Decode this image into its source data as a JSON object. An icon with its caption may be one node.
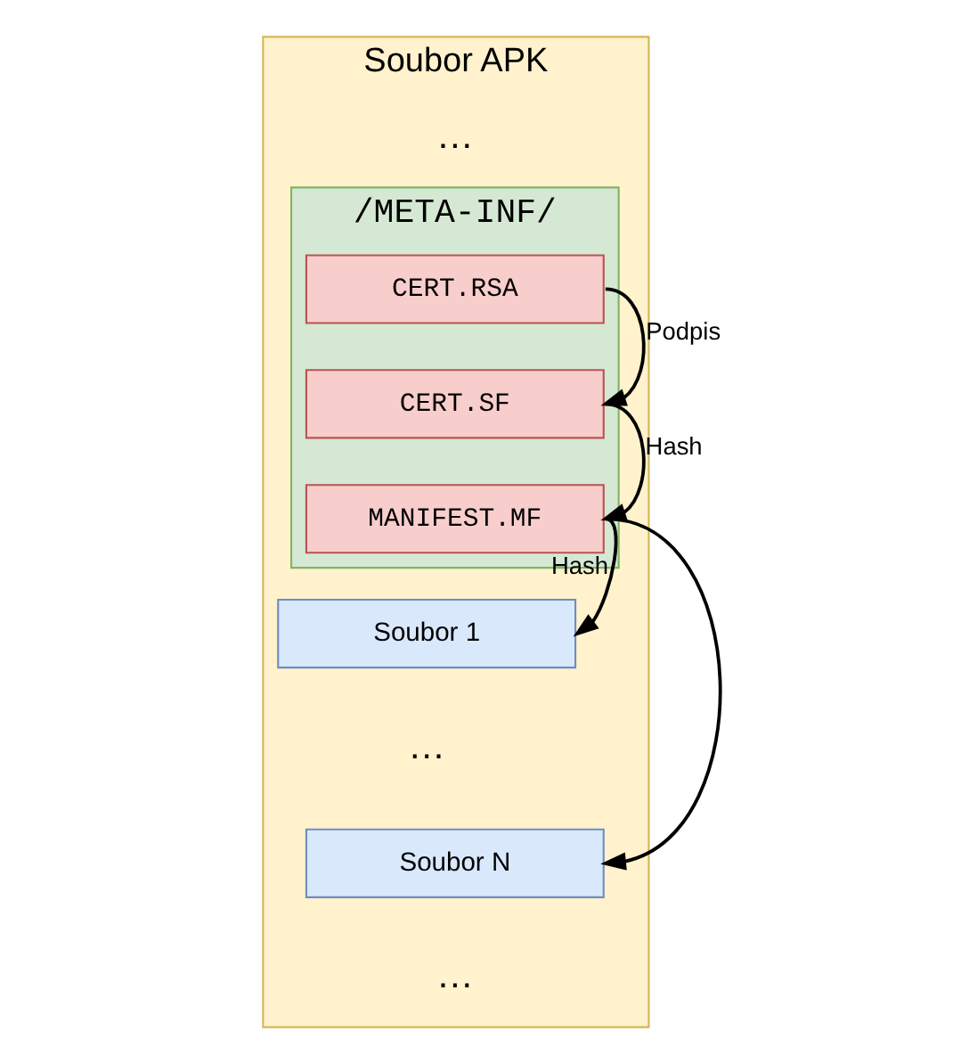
{
  "diagram": {
    "nodes": [
      {
        "text": [
          "Soubor APK"
        ]
      },
      {
        "text": [
          "/META-INF/"
        ],
        "in": 0
      },
      {
        "text": [
          "CERT.RSA"
        ],
        "in": 1
      },
      {
        "text": [
          "CERT.SF"
        ],
        "in": 1
      },
      {
        "text": [
          "MANIFEST.MF"
        ],
        "in": 1
      },
      {
        "text": [
          "Soubor 1"
        ],
        "in": 0
      },
      {
        "text": [
          "Soubor N"
        ],
        "in": 0
      }
    ],
    "edges": [
      {
        "from": 2,
        "to": 3,
        "arrow": "to",
        "label": "Podpis"
      },
      {
        "from": 3,
        "to": 4,
        "arrow": "to",
        "label": "Hash"
      },
      {
        "from": 4,
        "to": 5,
        "arrow": "to",
        "label": "Hash"
      },
      {
        "from": 4,
        "to": 6,
        "arrow": "to"
      }
    ],
    "labels": [
      "…",
      "…",
      "…"
    ]
  }
}
